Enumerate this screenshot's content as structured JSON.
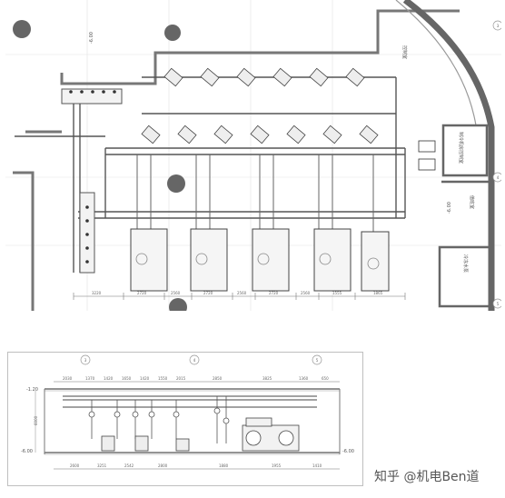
{
  "plan": {
    "rooms": [
      {
        "id": "control",
        "text": "控制室"
      },
      {
        "id": "duty",
        "text": "值班室"
      },
      {
        "id": "control2",
        "text": "制冷机房控制室"
      },
      {
        "id": "pump",
        "text": "冷冻水泵"
      }
    ],
    "elevations": [
      "-6.00",
      "-6.00"
    ],
    "dims_bottom": [
      "3220",
      "2720",
      "2560",
      "2720",
      "2560",
      "2720",
      "2560",
      "1555",
      "1865"
    ],
    "grid_markers": [
      "3",
      "4",
      "5"
    ]
  },
  "section": {
    "elevations": [
      "-1.20",
      "-6.00",
      "-6.00"
    ],
    "dims_top": [
      "2030",
      "1370",
      "1420",
      "1650",
      "1420",
      "1550",
      "2015",
      "2850",
      "3825",
      "1360",
      "650"
    ],
    "dims_bottom": [
      "2600",
      "3251",
      "2542",
      "2800",
      "1880",
      "1955",
      "1410"
    ],
    "grid_markers": [
      "3",
      "4",
      "5"
    ],
    "height_dim": "6000"
  },
  "watermark": "知乎 @机电Ben道"
}
